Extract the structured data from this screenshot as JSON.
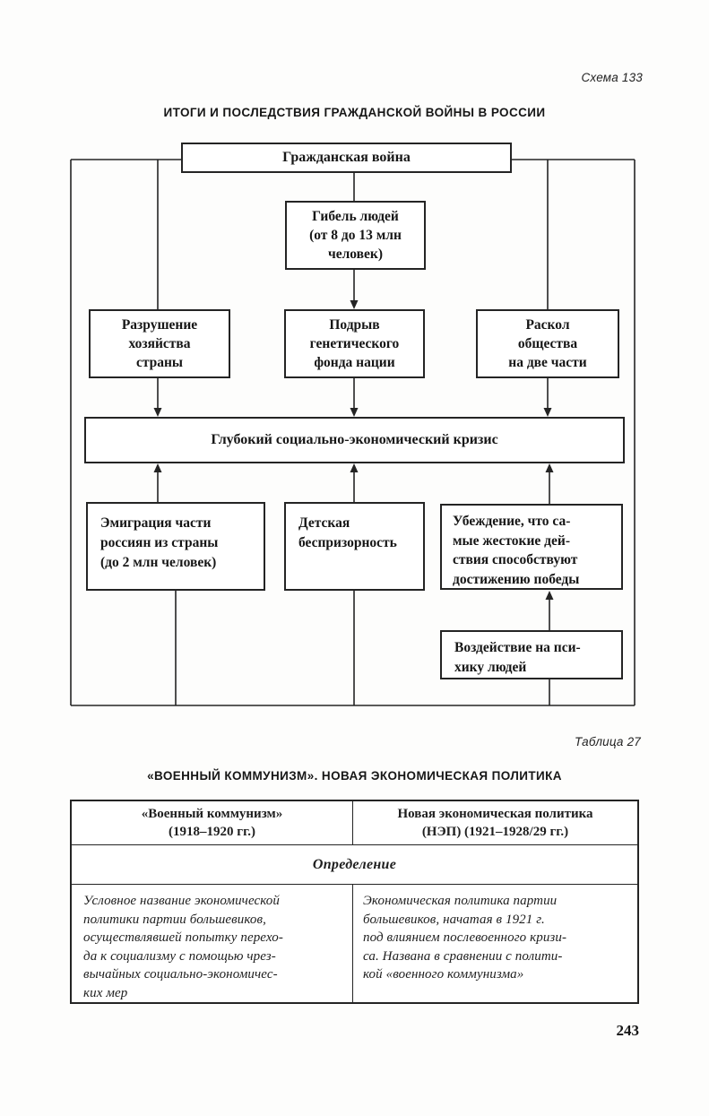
{
  "page": {
    "scheme_label": "Схема 133",
    "table_label": "Таблица 27",
    "page_number": "243"
  },
  "diagram": {
    "title": "ИТОГИ И ПОСЛЕДСТВИЯ ГРАЖДАНСКОЙ ВОЙНЫ В РОССИИ",
    "boxes": {
      "war": "Гражданская война",
      "death": "Гибель людей\n(от 8 до 13 млн\nчеловек)",
      "destruction": "Разрушение\nхозяйства\nстраны",
      "genetic": "Подрыв\nгенетического\nфонда нации",
      "split": "Раскол\nобщества\nна две части",
      "crisis": "Глубокий социально-экономический кризис",
      "emigration": "Эмиграция части\nроссиян из страны\n(до 2 млн человек)",
      "homeless": "Детская\nбеспризорность",
      "conviction": "Убеждение, что са-\nмые жестокие дей-\nствия способствуют\nдостижению победы",
      "psyche": "Воздействие на пси-\nхику людей"
    }
  },
  "table": {
    "title": "«ВОЕННЫЙ КОММУНИЗМ». НОВАЯ ЭКОНОМИЧЕСКАЯ ПОЛИТИКА",
    "col1_header": "«Военный коммунизм»\n(1918–1920 гг.)",
    "col2_header": "Новая экономическая политика\n(НЭП) (1921–1928/29 гг.)",
    "section_header": "Определение",
    "col1_body": "Условное название экономической\nполитики партии большевиков,\nосуществлявшей попытку перехо-\nда к социализму с помощью чрез-\nвычайных социально-экономичес-\nких мер",
    "col2_body": "Экономическая политика партии\nбольшевиков, начатая в 1921 г.\nпод влиянием послевоенного кризи-\nса. Названа в сравнении с полити-\nкой «военного коммунизма»"
  },
  "colors": {
    "ink": "#242424",
    "paper": "#fdfdfc"
  }
}
